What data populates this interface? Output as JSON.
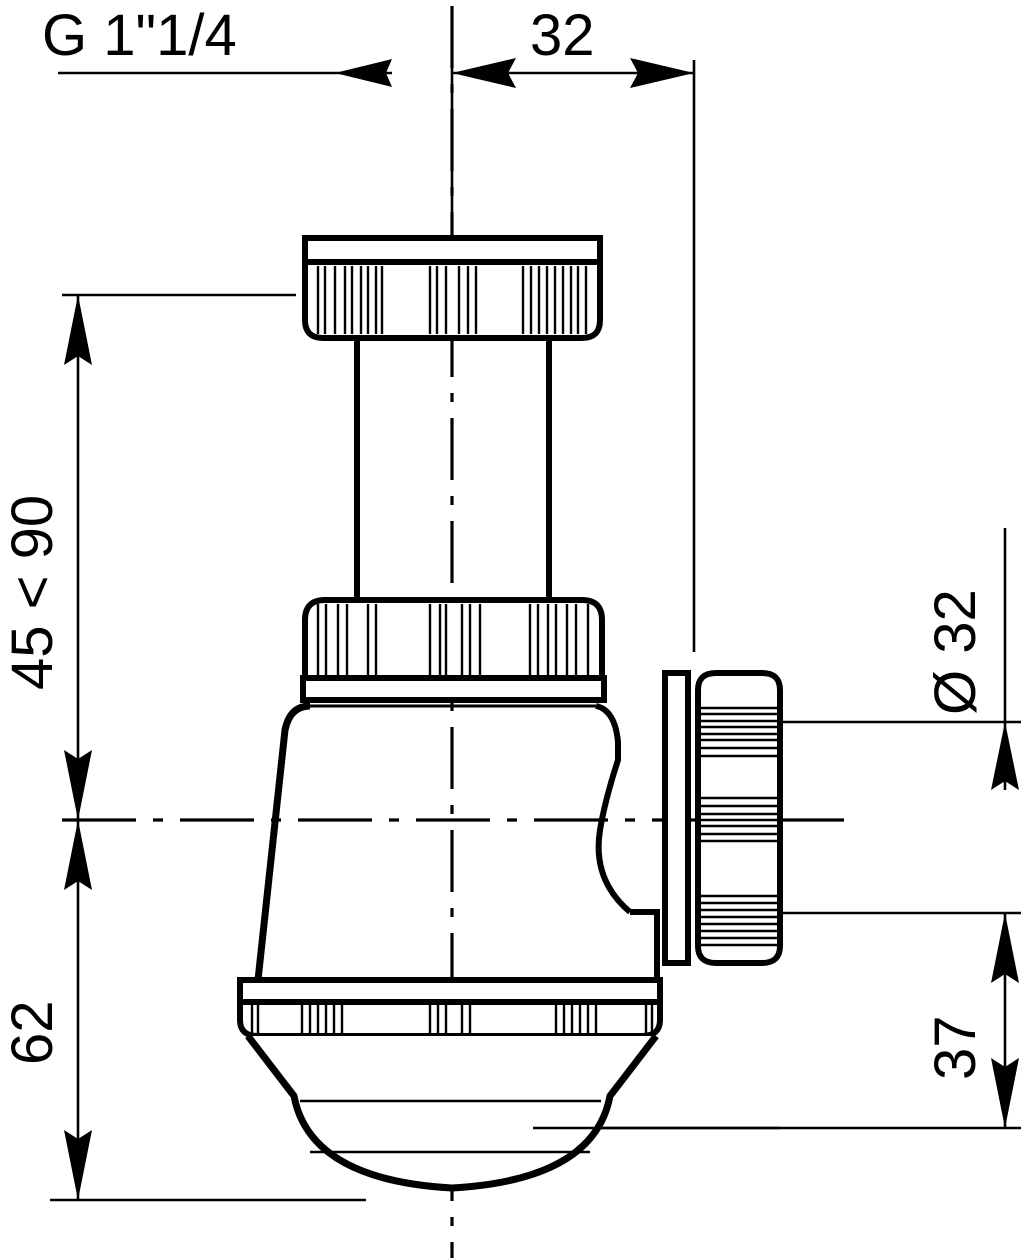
{
  "drawing": {
    "title": "bottle-trap-technical-drawing",
    "units": "mm",
    "line_color": "#000000",
    "background_color": "#ffffff"
  },
  "dimensions": {
    "inlet_thread": {
      "label": "G 1\"1/4",
      "orientation": "horizontal",
      "type": "leader"
    },
    "offset_top": {
      "label": "32",
      "orientation": "horizontal",
      "type": "linear"
    },
    "height_range": {
      "label": "45 < 90",
      "orientation": "vertical-rotated",
      "type": "linear"
    },
    "depth_below_axis": {
      "label": "62",
      "orientation": "vertical-rotated",
      "type": "linear"
    },
    "outlet_diameter": {
      "label": "Ø 32",
      "orientation": "vertical-rotated",
      "type": "diameter"
    },
    "outlet_height": {
      "label": "37",
      "orientation": "vertical-rotated",
      "type": "linear"
    }
  },
  "parts": {
    "top_nut": "top-compression-nut",
    "inlet_tube": "inlet-tube",
    "middle_nut": "middle-compression-nut",
    "body": "trap-body",
    "outlet_nut": "outlet-compression-nut",
    "bottom_cup": "bottom-cleanout-cup",
    "center_axis": "vertical-center-axis",
    "horizontal_axis": "horizontal-center-axis"
  }
}
